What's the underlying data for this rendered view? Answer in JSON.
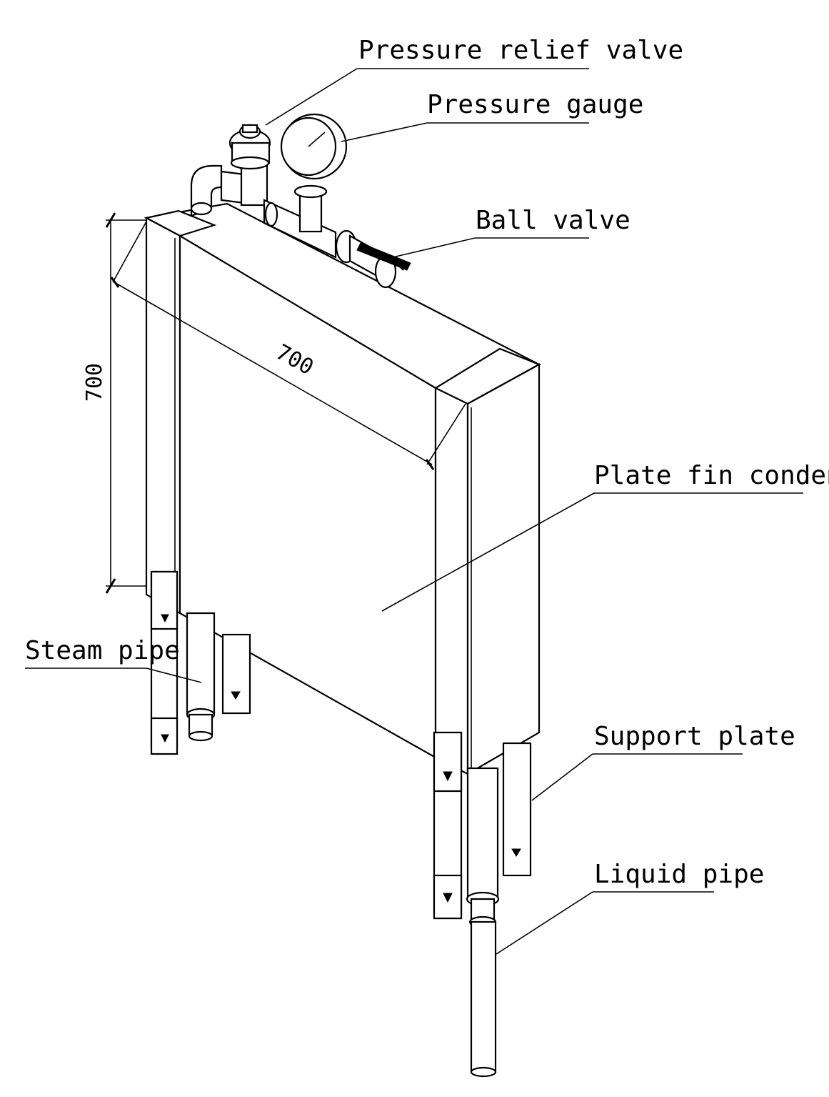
{
  "labels": {
    "pressure_relief_valve": "Pressure relief valve",
    "pressure_gauge": "Pressure gauge",
    "ball_valve": "Ball valve",
    "plate_fin_condenser": "Plate fin condenser",
    "steam_pipe": "Steam pipe",
    "support_plate": "Support plate",
    "liquid_pipe": "Liquid pipe"
  },
  "dimensions": {
    "height": "700",
    "width": "700"
  },
  "colors": {
    "line": "#000000",
    "background": "#ffffff"
  }
}
